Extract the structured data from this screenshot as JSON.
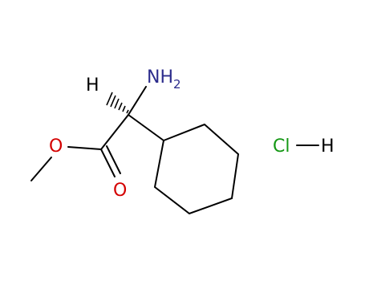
{
  "molecule": {
    "atoms": {
      "h_stereo": {
        "text": "H",
        "color": "#000000"
      },
      "amine": {
        "text": "NH",
        "subscript": "2",
        "color": "#2c2c8c"
      },
      "ester_o": {
        "text": "O",
        "color": "#d40000"
      },
      "carbonyl_o": {
        "text": "O",
        "color": "#d40000"
      }
    },
    "salt": {
      "chlorine": {
        "text": "Cl",
        "color": "#159815"
      },
      "hydrogen": {
        "text": "H",
        "color": "#000000"
      }
    }
  },
  "colors": {
    "bond": "#000000",
    "nitrogen": "#2c2c8c",
    "oxygen": "#d40000",
    "chlorine": "#159815"
  }
}
